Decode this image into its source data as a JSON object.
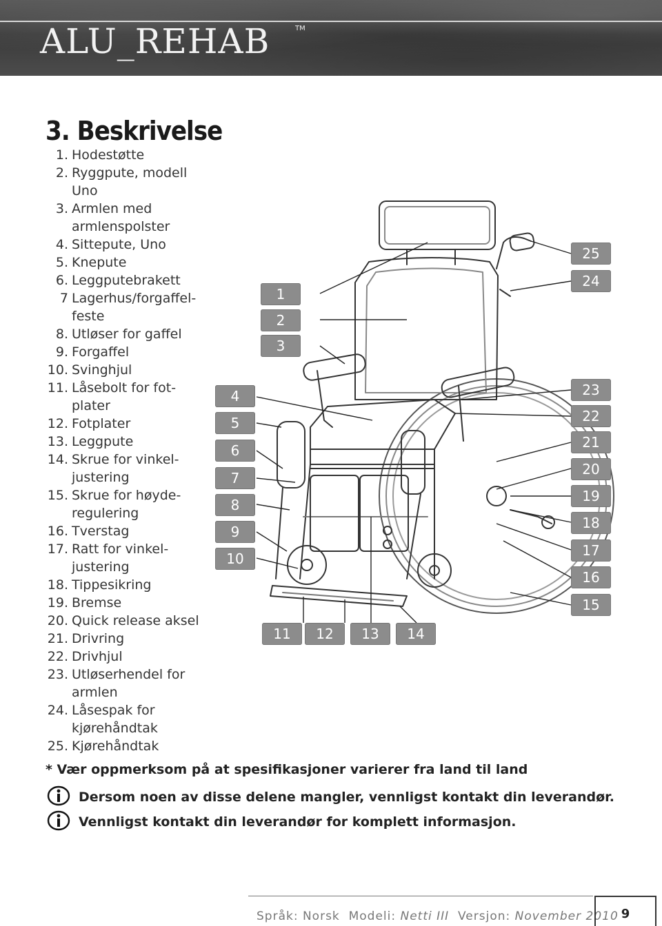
{
  "header": {
    "brand": "ALU_REHAB",
    "trademark": "TM"
  },
  "section": {
    "title": "3. Beskrivelse"
  },
  "parts": [
    {
      "num": "1.",
      "text": "Hodestøtte"
    },
    {
      "num": "2.",
      "text": "Ryggpute, modell Uno"
    },
    {
      "num": "3.",
      "text": "Armlen med armlenspolster"
    },
    {
      "num": "4.",
      "text": "Sittepute, Uno"
    },
    {
      "num": "5.",
      "text": "Knepute"
    },
    {
      "num": "6.",
      "text": "Leggputebrakett"
    },
    {
      "num": "7",
      "text": "Lagerhus/forgaffel-feste"
    },
    {
      "num": "8.",
      "text": "Utløser for gaffel"
    },
    {
      "num": "9.",
      "text": "Forgaffel"
    },
    {
      "num": "10.",
      "text": "Svinghjul"
    },
    {
      "num": "11.",
      "text": "Låsebolt for fot-plater"
    },
    {
      "num": "12.",
      "text": "Fotplater"
    },
    {
      "num": "13.",
      "text": "Leggpute"
    },
    {
      "num": "14.",
      "text": "Skrue for vinkel-justering"
    },
    {
      "num": "15.",
      "text": "Skrue for høyde-regulering"
    },
    {
      "num": "16.",
      "text": "Tverstag"
    },
    {
      "num": "17.",
      "text": "Ratt for vinkel-justering"
    },
    {
      "num": "18.",
      "text": "Tippesikring"
    },
    {
      "num": "19.",
      "text": "Bremse"
    },
    {
      "num": "20.",
      "text": "Quick release aksel"
    },
    {
      "num": "21.",
      "text": "Drivring"
    },
    {
      "num": "22.",
      "text": "Drivhjul"
    },
    {
      "num": "23.",
      "text": "Utløserhendel for armlen"
    },
    {
      "num": "24.",
      "text": "Låsespak for kjørehåndtak"
    },
    {
      "num": "25.",
      "text": "Kjørehåndtak"
    }
  ],
  "figure": {
    "callouts": [
      "1",
      "2",
      "3",
      "4",
      "5",
      "6",
      "7",
      "8",
      "9",
      "10",
      "11",
      "12",
      "13",
      "14",
      "15",
      "16",
      "17",
      "18",
      "19",
      "20",
      "21",
      "22",
      "23",
      "24",
      "25"
    ]
  },
  "notes": {
    "star": "* Vær oppmerksom på at spesifikasjoner varierer fra land til land",
    "info1": "Dersom noen av disse delene mangler, vennligst kontakt din leverandør.",
    "info2": "Vennligst kontakt din leverandør for komplett informasjon."
  },
  "footer": {
    "lang_label": "Språk:",
    "lang_value": "Norsk",
    "model_label": "Modeli:",
    "model_value": "Netti III",
    "version_label": "Versjon:",
    "version_value": "November 2010",
    "page": "9"
  }
}
